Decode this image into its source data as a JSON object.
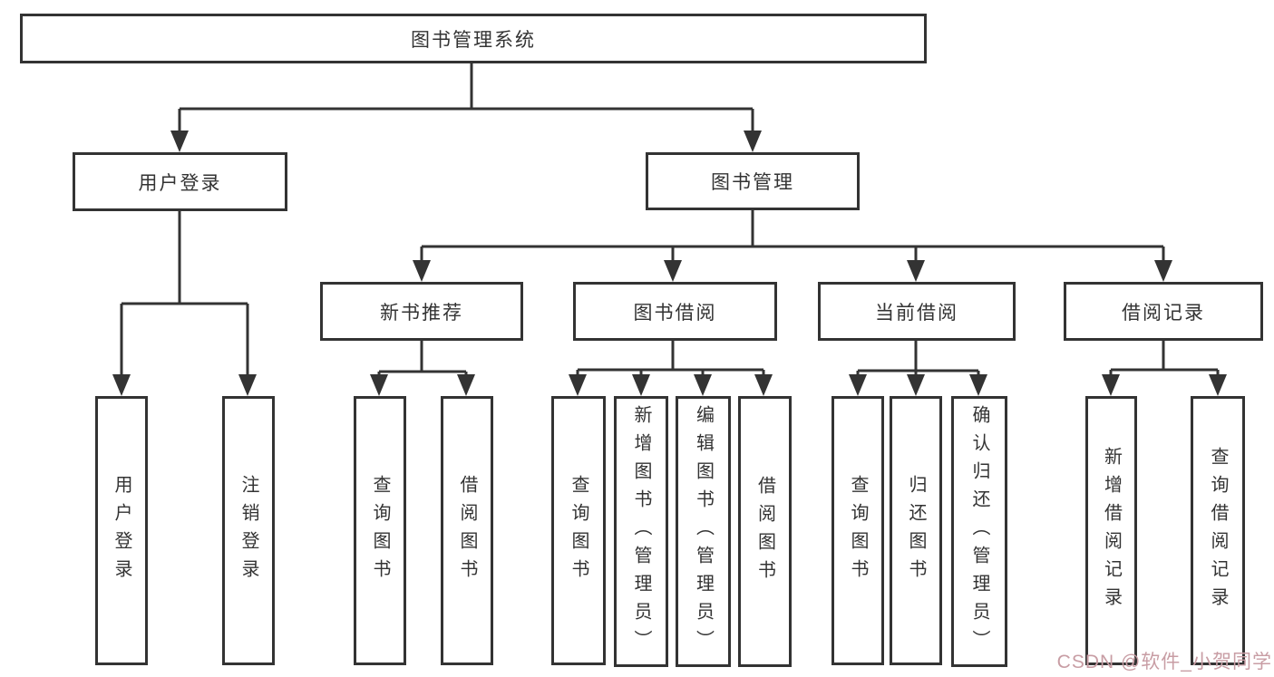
{
  "diagram_type": "hierarchy-tree",
  "tree": {
    "label": "图书管理系统",
    "children": [
      {
        "label": "用户登录",
        "children": [
          {
            "label": "用户登录"
          },
          {
            "label": "注销登录"
          }
        ]
      },
      {
        "label": "图书管理",
        "children": [
          {
            "label": "新书推荐",
            "children": [
              {
                "label": "查询图书"
              },
              {
                "label": "借阅图书"
              }
            ]
          },
          {
            "label": "图书借阅",
            "children": [
              {
                "label": "查询图书"
              },
              {
                "label": "新增图书（管理员）"
              },
              {
                "label": "编辑图书（管理员）"
              },
              {
                "label": "借阅图书"
              }
            ]
          },
          {
            "label": "当前借阅",
            "children": [
              {
                "label": "查询图书"
              },
              {
                "label": "归还图书"
              },
              {
                "label": "确认归还（管理员）"
              }
            ]
          },
          {
            "label": "借阅记录",
            "children": [
              {
                "label": "新增借阅记录"
              },
              {
                "label": "查询借阅记录"
              }
            ]
          }
        ]
      }
    ]
  },
  "watermark": {
    "text": "CSDN @软件_小贺同学"
  },
  "colors": {
    "line": "#333333",
    "text": "#333333",
    "watermark": "#c89da4",
    "background": "#ffffff"
  }
}
